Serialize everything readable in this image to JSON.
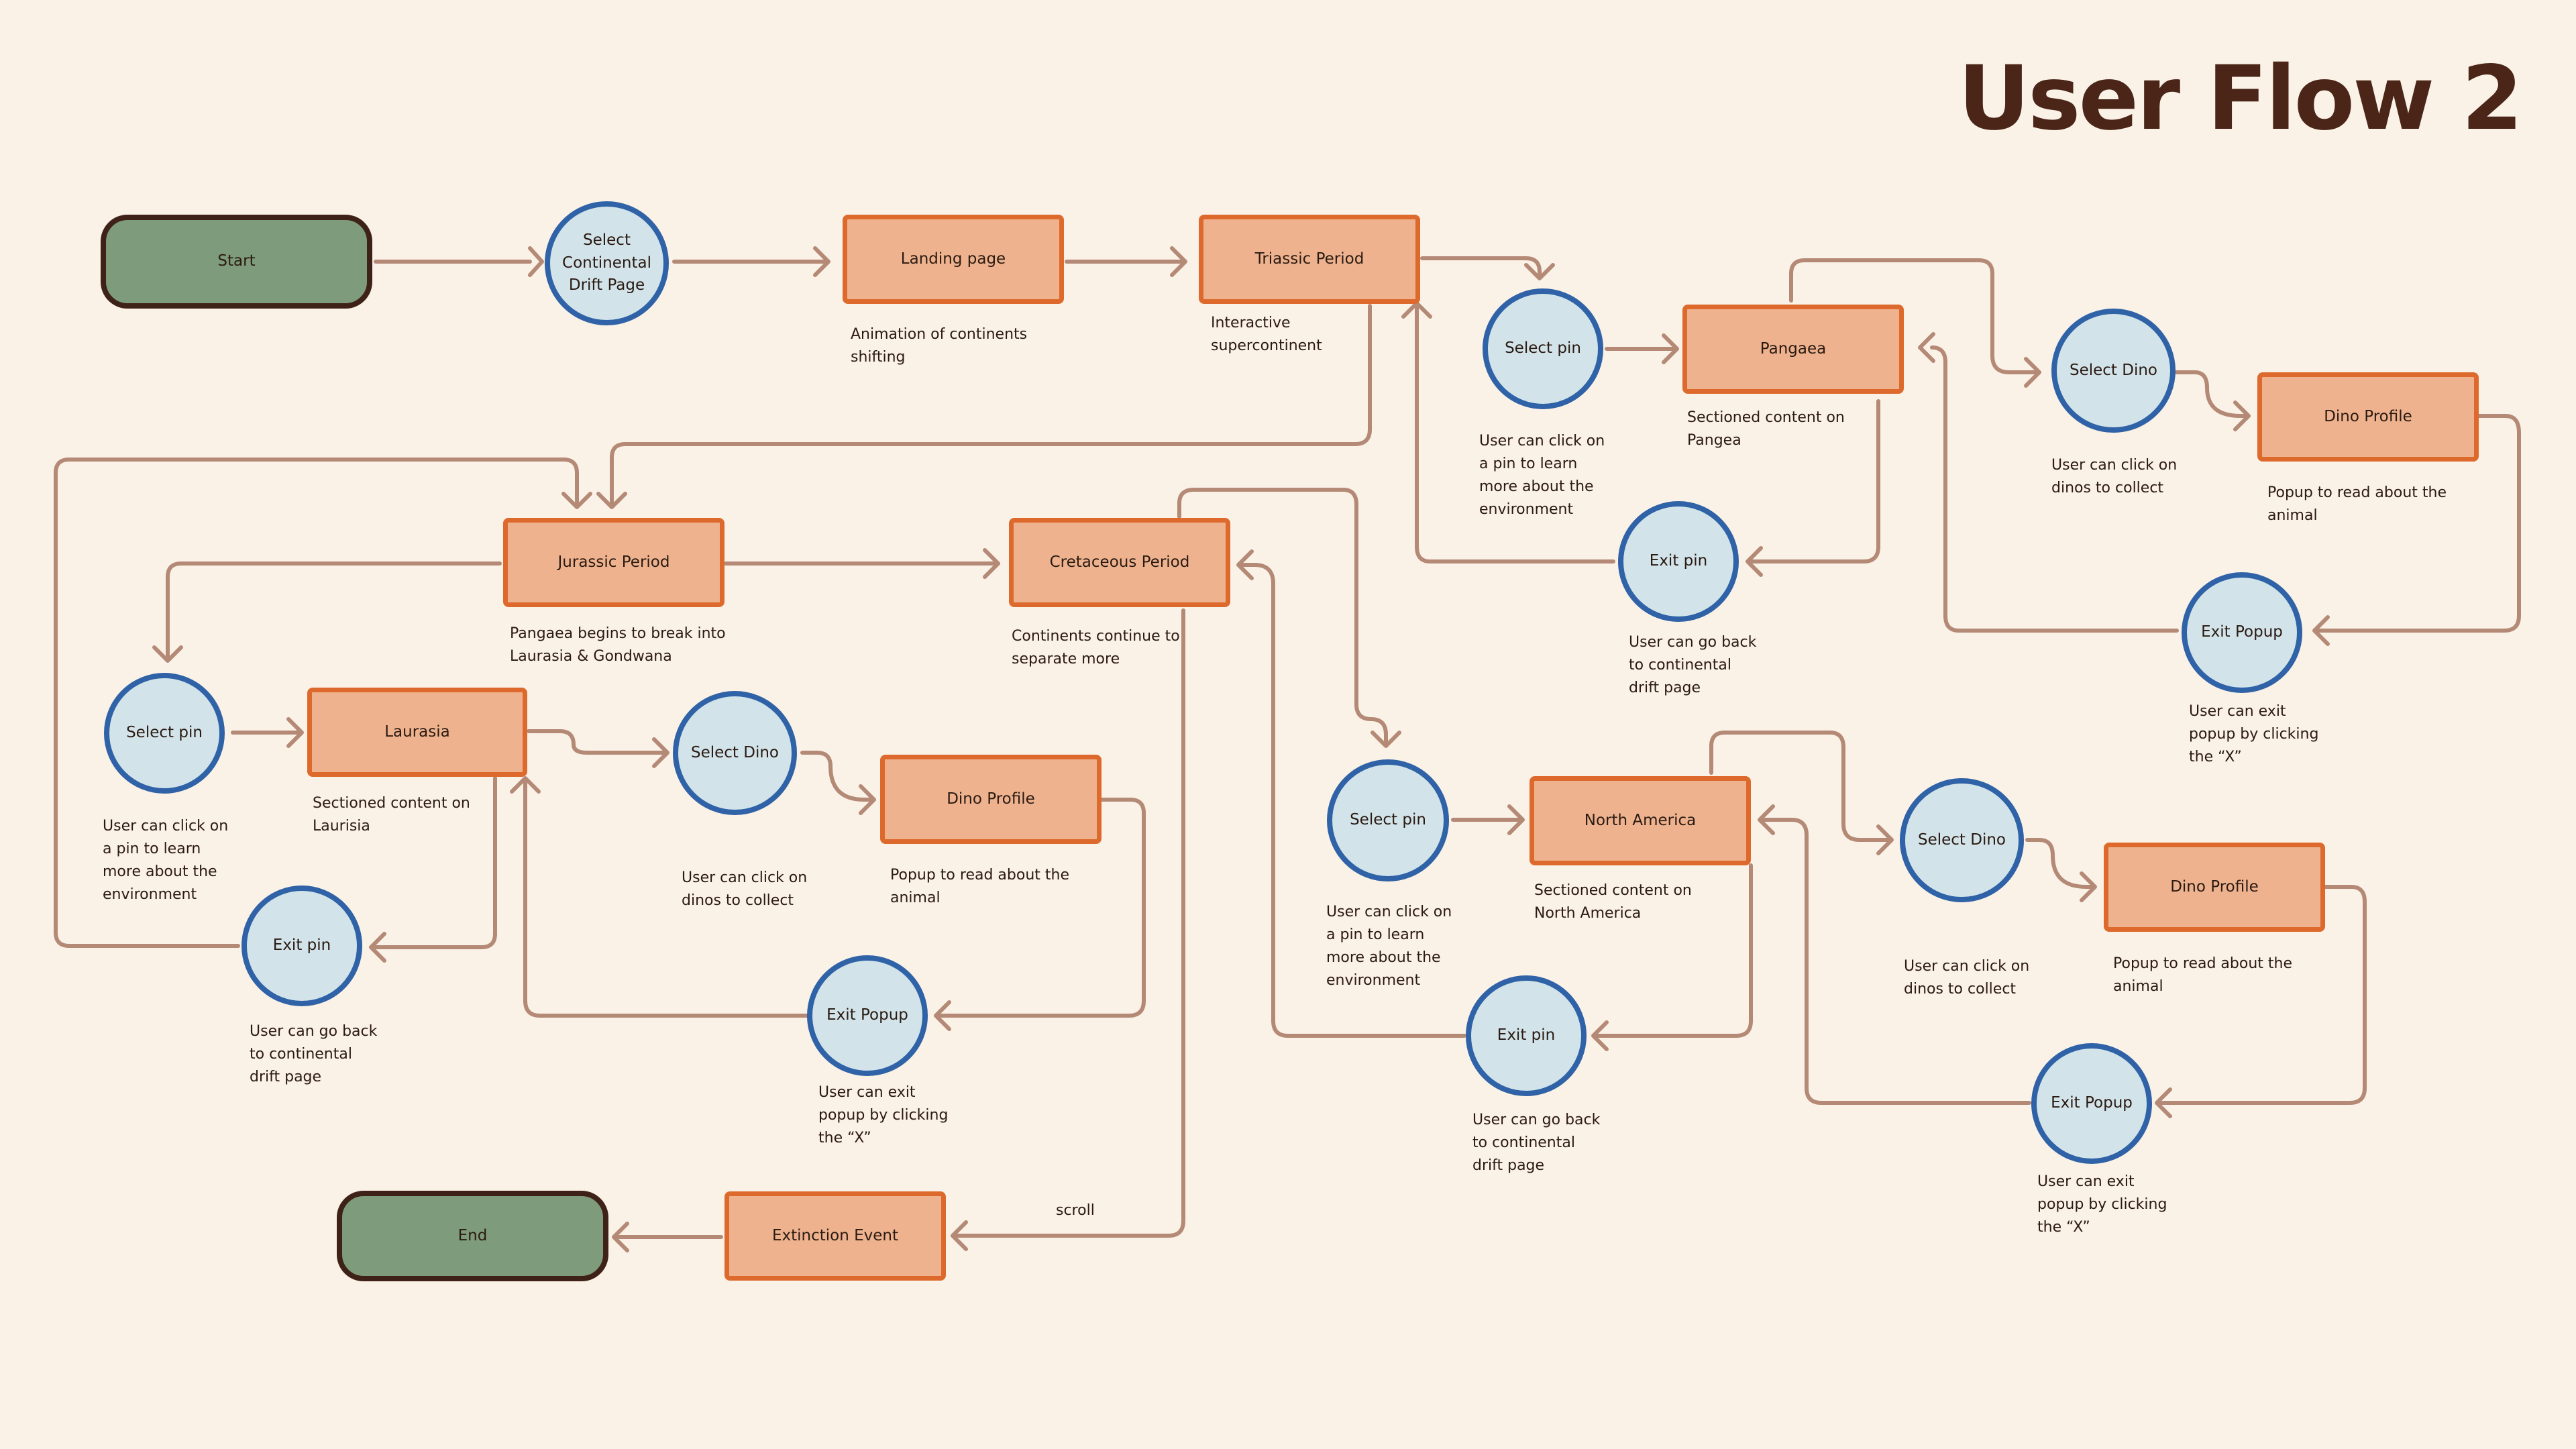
{
  "title": "User Flow 2",
  "nodes": {
    "start": "Start",
    "select_drift": "Select\nContinental\nDrift Page",
    "landing": "Landing page",
    "triassic": "Triassic Period",
    "tri_select_pin": "Select pin",
    "pangaea": "Pangaea",
    "pan_select_dino": "Select Dino",
    "pan_dino_profile": "Dino Profile",
    "pan_exit_popup": "Exit Popup",
    "tri_exit_pin": "Exit pin",
    "jurassic": "Jurassic Period",
    "cretaceous": "Cretaceous Period",
    "jur_select_pin": "Select pin",
    "laurasia": "Laurasia",
    "lau_select_dino": "Select Dino",
    "lau_dino_profile": "Dino Profile",
    "lau_exit_popup": "Exit Popup",
    "jur_exit_pin": "Exit pin",
    "cre_select_pin": "Select pin",
    "north_america": "North America",
    "na_select_dino": "Select Dino",
    "na_dino_profile": "Dino Profile",
    "na_exit_popup": "Exit Popup",
    "cre_exit_pin": "Exit pin",
    "extinction": "Extinction Event",
    "end": "End"
  },
  "notes": {
    "landing": "Animation of continents\nshifting",
    "triassic": "Interactive\nsupercontinent",
    "tri_select_pin": "User can click on\na pin to learn\nmore about the\nenvironment",
    "pangaea": "Sectioned content on\nPangea",
    "pan_select_dino": "User can click on\ndinos to collect",
    "pan_dino_profile": "Popup to read about the\nanimal",
    "tri_exit_pin": "User can go back\nto continental\ndrift page",
    "pan_exit_popup": "User can exit\npopup by clicking\nthe “X”",
    "jurassic": "Pangaea begins to break into\nLaurasia & Gondwana",
    "cretaceous": "Continents continue to\nseparate more",
    "jur_select_pin": "User can click on\na pin to learn\nmore about the\nenvironment",
    "laurasia": "Sectioned content on\nLaurisia",
    "lau_select_dino": "User can click on\ndinos to collect",
    "lau_dino_profile": "Popup to read about the\nanimal",
    "jur_exit_pin": "User can go back\nto continental\ndrift page",
    "lau_exit_popup": "User can exit\npopup by clicking\nthe “X”",
    "cre_select_pin": "User can click on\na pin to learn\nmore about the\nenvironment",
    "north_america": "Sectioned content on\nNorth America",
    "na_select_dino": "User can click on\ndinos to collect",
    "na_dino_profile": "Popup to read about the\nanimal",
    "cre_exit_pin": "User can go back\nto continental\ndrift page",
    "na_exit_popup": "User can exit\npopup by clicking\nthe “X”"
  },
  "edge_labels": {
    "scroll": "scroll"
  },
  "colors": {
    "background": "#FAF1E7",
    "title": "#4A2518",
    "process_fill": "#EEB38E",
    "process_border": "#DD6A2C",
    "action_fill": "#D2E4EA",
    "action_border": "#2F62A6",
    "terminal_fill": "#7E9B7B",
    "terminal_border": "#3E2217",
    "connector": "#B48A76"
  }
}
